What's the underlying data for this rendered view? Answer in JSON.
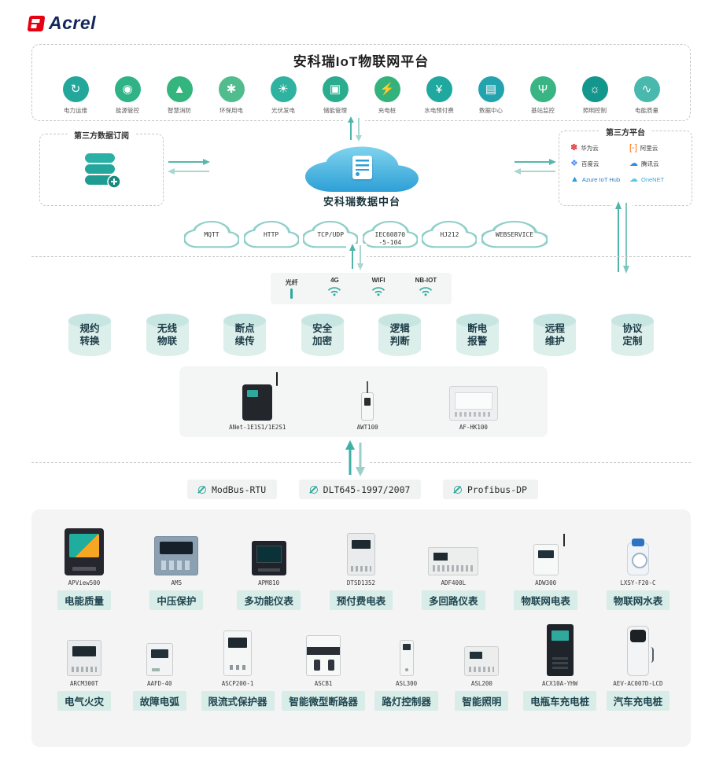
{
  "brand": {
    "name": "Acrel"
  },
  "platform": {
    "title": "安科瑞IoT物联网平台",
    "apps": [
      {
        "name": "app-power-ops",
        "label": "电力运维",
        "glyph": "↻",
        "color": "#23A79B"
      },
      {
        "name": "app-energy-mgmt",
        "label": "能源管控",
        "glyph": "◉",
        "color": "#2FB285"
      },
      {
        "name": "app-smart-fire",
        "label": "智慧消防",
        "glyph": "▲",
        "color": "#35B57E"
      },
      {
        "name": "app-eco-power",
        "label": "环保用电",
        "glyph": "✱",
        "color": "#51BD8F"
      },
      {
        "name": "app-pv-generation",
        "label": "光伏发电",
        "glyph": "☀",
        "color": "#2FB3A0"
      },
      {
        "name": "app-storage-mgmt",
        "label": "储能管理",
        "glyph": "▣",
        "color": "#2AAD8E"
      },
      {
        "name": "app-ev-charging",
        "label": "充电桩",
        "glyph": "⚡",
        "color": "#33B37B"
      },
      {
        "name": "app-prepaid",
        "label": "水电预付费",
        "glyph": "¥",
        "color": "#1FA89E"
      },
      {
        "name": "app-data-center",
        "label": "数据中心",
        "glyph": "▤",
        "color": "#22A3AD"
      },
      {
        "name": "app-base-station",
        "label": "基站监控",
        "glyph": "Ψ",
        "color": "#39B584"
      },
      {
        "name": "app-lighting",
        "label": "照明控制",
        "glyph": "☼",
        "color": "#13968C"
      },
      {
        "name": "app-power-quality",
        "label": "电能质量",
        "glyph": "∿",
        "color": "#49B9AE"
      }
    ]
  },
  "flows": {
    "left_box": {
      "title": "第三方数据订阅"
    },
    "center": {
      "label": "安科瑞数据中台"
    },
    "right_box": {
      "title": "第三方平台",
      "vendors": [
        {
          "name": "vendor-huawei-cloud",
          "label": "华为云",
          "glyph": "✽",
          "color": "#E02020"
        },
        {
          "name": "vendor-ali-cloud",
          "label": "阿里云",
          "glyph": "[-]",
          "color": "#FF6A00"
        },
        {
          "name": "vendor-baidu-cloud",
          "label": "百度云",
          "glyph": "❖",
          "color": "#4C8BF5"
        },
        {
          "name": "vendor-tencent-cloud",
          "label": "腾讯云",
          "glyph": "☁",
          "color": "#2D8CF0"
        },
        {
          "name": "vendor-azure-iot-hub",
          "label": "Azure IoT Hub",
          "glyph": "▲",
          "color": "#2D9BD8",
          "label_color": "#2D7BC4"
        },
        {
          "name": "vendor-onenet",
          "label": "OneNET",
          "glyph": "☁",
          "color": "#5AC8E8",
          "label_color": "#3AA7DC"
        }
      ]
    },
    "protocol_clouds": [
      {
        "label": "MQTT"
      },
      {
        "label": "HTTP"
      },
      {
        "label": "TCP/UDP"
      },
      {
        "label": "IEC60870\n-5-104",
        "wide": ""
      },
      {
        "label": "HJ212"
      },
      {
        "label": "WEBSERVICE",
        "wide": "wide"
      }
    ]
  },
  "connectivity": [
    {
      "name": "conn-fiber",
      "label": "光纤",
      "type": "fiber"
    },
    {
      "name": "conn-4g",
      "label": "4G",
      "type": "wifi"
    },
    {
      "name": "conn-wifi",
      "label": "WIFI",
      "type": "wifi"
    },
    {
      "name": "conn-nb-iot",
      "label": "NB-IOT",
      "type": "wifi"
    }
  ],
  "capabilities": [
    {
      "label": "规约\n转换"
    },
    {
      "label": "无线\n物联"
    },
    {
      "label": "断点\n续传"
    },
    {
      "label": "安全\n加密"
    },
    {
      "label": "逻辑\n判断"
    },
    {
      "label": "断电\n报警"
    },
    {
      "label": "远程\n维护"
    },
    {
      "label": "协议\n定制"
    }
  ],
  "gateways": [
    {
      "name": "gateway-anet",
      "model": "ANet-1E1S1/1E2S1",
      "variant": "v-anet"
    },
    {
      "name": "gateway-awt100",
      "model": "AWT100",
      "variant": "v-awt"
    },
    {
      "name": "gateway-afhk100",
      "model": "AF-HK100",
      "variant": "v-afhk"
    }
  ],
  "bus_protocols": [
    {
      "label": "ModBus-RTU"
    },
    {
      "label": "DLT645-1997/2007"
    },
    {
      "label": "Profibus-DP"
    }
  ],
  "devices": {
    "row1": [
      {
        "model": "APView500",
        "label": "电能质量",
        "variant": "v-apview"
      },
      {
        "model": "AM5",
        "label": "中压保护",
        "variant": "v-am5"
      },
      {
        "model": "APM810",
        "label": "多功能仪表",
        "variant": "v-apm"
      },
      {
        "model": "DTSD1352",
        "label": "预付费电表",
        "variant": "v-dtsd"
      },
      {
        "model": "ADF400L",
        "label": "多回路仪表",
        "variant": "v-adf"
      },
      {
        "model": "ADW300",
        "label": "物联网电表",
        "variant": "v-adw"
      },
      {
        "model": "LXSY-F20-C",
        "label": "物联网水表",
        "variant": "v-lxsy"
      }
    ],
    "row2": [
      {
        "model": "ARCM300T",
        "label": "电气火灾",
        "variant": "v-arcm"
      },
      {
        "model": "AAFD-40",
        "label": "故障电弧",
        "variant": "v-aafd"
      },
      {
        "model": "ASCP200-1",
        "label": "限流式保护器",
        "variant": "v-ascp"
      },
      {
        "model": "ASCB1",
        "label": "智能微型断路器",
        "variant": "v-ascb"
      },
      {
        "model": "ASL300",
        "label": "路灯控制器",
        "variant": "v-asl300"
      },
      {
        "model": "ASL200",
        "label": "智能照明",
        "variant": "v-asl200"
      },
      {
        "model": "ACX10A-YHW",
        "label": "电瓶车充电桩",
        "variant": "v-acx"
      },
      {
        "model": "AEV-AC007D-LCD",
        "label": "汽车充电桩",
        "variant": "v-aev"
      }
    ]
  }
}
